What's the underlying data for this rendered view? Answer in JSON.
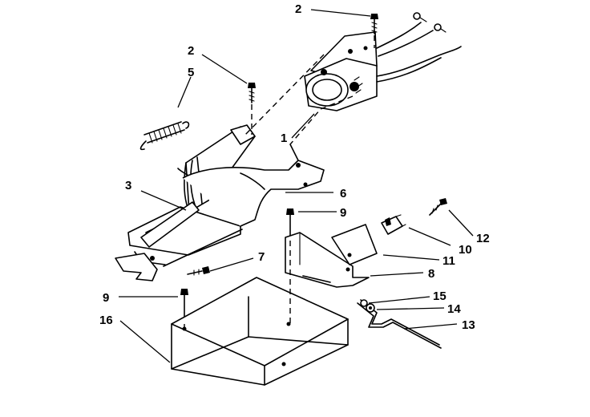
{
  "callouts": {
    "screw_top": "2",
    "screw_left": "2",
    "spring": "5",
    "motor": "1",
    "auger": "3",
    "cover": "6",
    "screw_9_mid": "9",
    "screw_7": "7",
    "bracket_11": "11",
    "switch_10": "10",
    "screw_12": "12",
    "bracket_8": "8",
    "screw_9_left": "9",
    "bucket": "16",
    "washer_15": "15",
    "nut_14": "14",
    "arm_13": "13"
  }
}
